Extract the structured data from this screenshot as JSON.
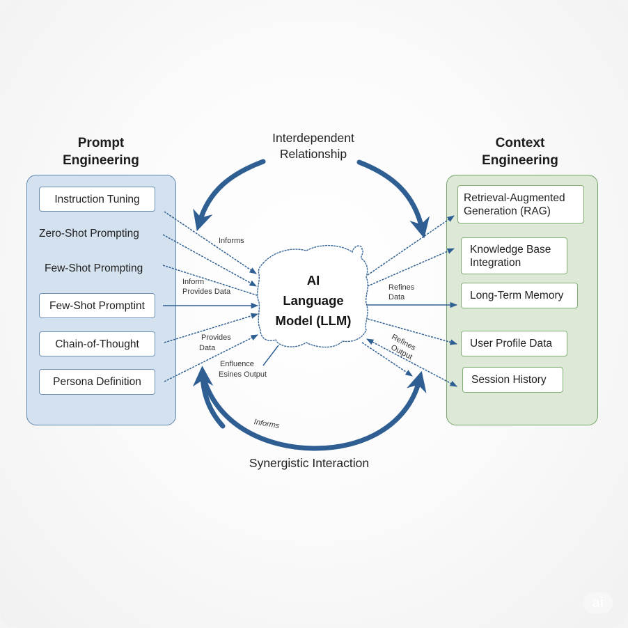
{
  "left_panel": {
    "title_line1": "Prompt",
    "title_line2": "Engineering",
    "items": [
      {
        "label": "Instruction Tuning",
        "boxed": true
      },
      {
        "label": "Zero-Shot Prompting",
        "boxed": false
      },
      {
        "label": "Few-Shot Prompting",
        "boxed": false
      },
      {
        "label": "Few-Shot Promptint",
        "boxed": true
      },
      {
        "label": "Chain-of-Thought",
        "boxed": true
      },
      {
        "label": "Persona Definition",
        "boxed": true
      }
    ]
  },
  "right_panel": {
    "title_line1": "Context",
    "title_line2": "Engineering",
    "items": [
      {
        "line1": "Retrieval-Augmented",
        "line2": "Generation (RAG)"
      },
      {
        "line1": "Knowledge Base",
        "line2": "Integration"
      },
      {
        "line1": "Long-Term Memory",
        "line2": ""
      },
      {
        "line1": "User Profile Data",
        "line2": ""
      },
      {
        "line1": "Session History",
        "line2": ""
      }
    ]
  },
  "center": {
    "line1": "AI",
    "line2": "Language",
    "line3": "Model (LLM)"
  },
  "relationships": {
    "top_line1": "Interdependent",
    "top_line2": "Relationship",
    "bottom": "Synergistic Interaction"
  },
  "edge_labels": {
    "informs_top": "Informs",
    "inform": "Inform",
    "provides_data_1": "Provides Data",
    "provides_line1": "Provides",
    "provides_line2": "Data",
    "influence_line1": "Enfluence",
    "influence_line2": "Esines Output",
    "refines_data_line1": "Refines",
    "refines_data_line2": "Data",
    "refines_output_line1": "Refines",
    "refines_output_line2": "Output",
    "informs_bottom": "Informs"
  },
  "colors": {
    "arrow_blue": "#2f5f92",
    "left_panel_fill": "#d4e2ef",
    "left_panel_border": "#5d84ad",
    "right_panel_fill": "#dde9d6",
    "right_panel_border": "#72a565"
  },
  "watermark": {
    "icon": "ai-badge-icon",
    "text": "ai"
  }
}
